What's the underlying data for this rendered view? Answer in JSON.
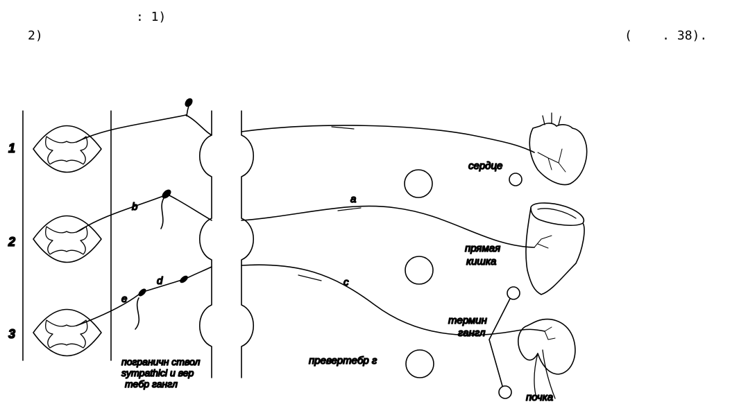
{
  "header": {
    "line1": ": 1)",
    "line2_left": "2)",
    "line2_right": "(    . 38)."
  },
  "figure": {
    "segment_numbers": [
      "1",
      "2",
      "3"
    ],
    "fiber_letters": [
      "a",
      "b",
      "c",
      "d",
      "e"
    ],
    "labels": {
      "heart": "сердце",
      "rectum_1": "прямая",
      "rectum_2": "кишка",
      "terminal_1": "термин",
      "terminal_2": "гангл",
      "prevertebral": "превертебр г",
      "kidney": "почка",
      "trunk_1": "пограничн ствол",
      "trunk_2": "sympathici и вер",
      "trunk_3": "тебр гангл"
    }
  }
}
